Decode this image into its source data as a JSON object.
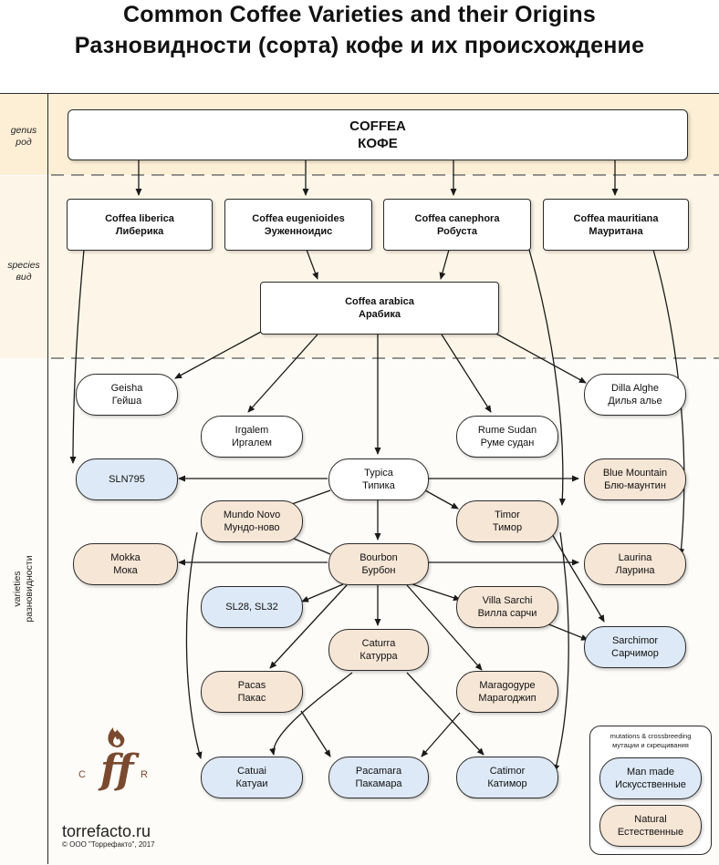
{
  "title_en": "Common Coffee Varieties and their Origins",
  "title_ru": "Разновидности (сорта) кофе и их происхождение",
  "rows": {
    "genus": {
      "en": "genus",
      "ru": "род"
    },
    "species": {
      "en": "species",
      "ru": "вид"
    },
    "varieties": {
      "en": "varieties",
      "ru": "разновидности"
    }
  },
  "genus_box": {
    "en": "COFFEA",
    "ru": "КОФЕ"
  },
  "species": {
    "liberica": {
      "en": "Coffea liberica",
      "ru": "Либерика"
    },
    "eugenioides": {
      "en": "Coffea eugenioides",
      "ru": "Эуженноидис"
    },
    "canephora": {
      "en": "Coffea canephora",
      "ru": "Робуста"
    },
    "mauritiana": {
      "en": "Coffea mauritiana",
      "ru": "Мауритана"
    },
    "arabica": {
      "en": "Coffea arabica",
      "ru": "Арабика"
    }
  },
  "varieties": {
    "geisha": {
      "en": "Geisha",
      "ru": "Гейша"
    },
    "dilla": {
      "en": "Dilla Alghe",
      "ru": "Дилья алье"
    },
    "irgalem": {
      "en": "Irgalem",
      "ru": "Иргалем"
    },
    "rume": {
      "en": "Rume Sudan",
      "ru": "Руме судан"
    },
    "sln": {
      "en": "SLN795",
      "ru": ""
    },
    "typica": {
      "en": "Typica",
      "ru": "Типика"
    },
    "bluemountain": {
      "en": "Blue Mountain",
      "ru": "Блю-маунтин"
    },
    "mundonovo": {
      "en": "Mundo Novo",
      "ru": "Мундо-ново"
    },
    "timor": {
      "en": "Timor",
      "ru": "Тимор"
    },
    "mokka": {
      "en": "Mokka",
      "ru": "Мока"
    },
    "bourbon": {
      "en": "Bourbon",
      "ru": "Бурбон"
    },
    "laurina": {
      "en": "Laurina",
      "ru": "Лаурина"
    },
    "sl28": {
      "en": "SL28, SL32",
      "ru": ""
    },
    "villasarchi": {
      "en": "Villa Sarchi",
      "ru": "Вилла сарчи"
    },
    "sarchimor": {
      "en": "Sarchimor",
      "ru": "Сарчимор"
    },
    "caturra": {
      "en": "Caturra",
      "ru": "Катурра"
    },
    "pacas": {
      "en": "Pacas",
      "ru": "Пакас"
    },
    "maragogype": {
      "en": "Maragogype",
      "ru": "Марагоджип"
    },
    "catuai": {
      "en": "Catuai",
      "ru": "Катуаи"
    },
    "pacamara": {
      "en": "Pacamara",
      "ru": "Пакамара"
    },
    "catimor": {
      "en": "Catimor",
      "ru": "Катимор"
    }
  },
  "legend": {
    "title_en": "mutations & crossbreeding",
    "title_ru": "мутации и скрещивания",
    "man_en": "Man made",
    "man_ru": "Искусственные",
    "nat_en": "Natural",
    "nat_ru": "Естественные"
  },
  "brand": {
    "site": "torrefacto.ru",
    "copyright": "© ООО \"Торрефакто\", 2017",
    "logo_c": "C",
    "logo_r": "R",
    "logo_mark": "ff"
  },
  "colors": {
    "natural_fill": "#f6e6d6",
    "man_made_fill": "#dde9f6",
    "genus_band": "#fcefd6",
    "species_band": "#fdf6e8",
    "logo": "#7a4a30"
  }
}
